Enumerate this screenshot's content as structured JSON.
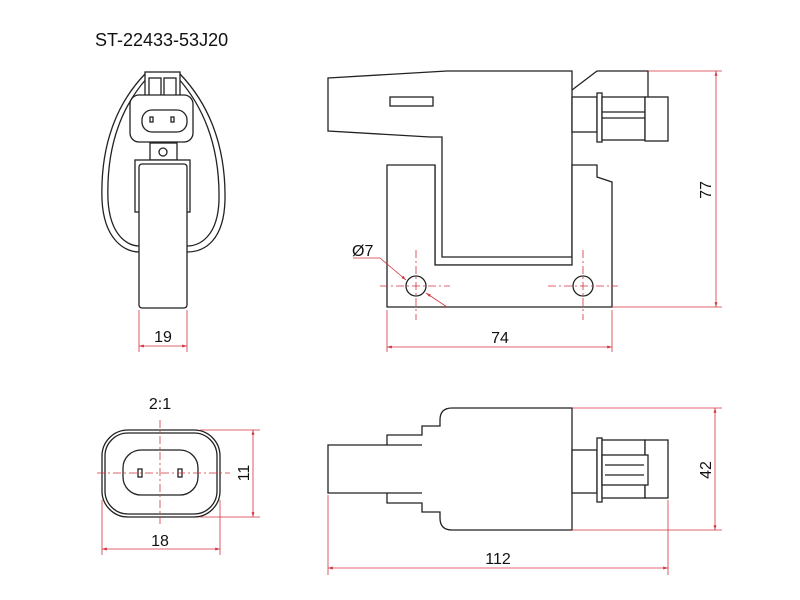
{
  "title": "ST-22433-53J20",
  "scale_label": "2:1",
  "dimensions": {
    "front_width": "19",
    "side_height": "77",
    "hole_spacing": "74",
    "hole_diameter": "Ø7",
    "connector_height": "11",
    "connector_width": "18",
    "top_width": "42",
    "overall_length": "112"
  },
  "colors": {
    "dimension": "#d2333f",
    "outline": "#222222"
  }
}
